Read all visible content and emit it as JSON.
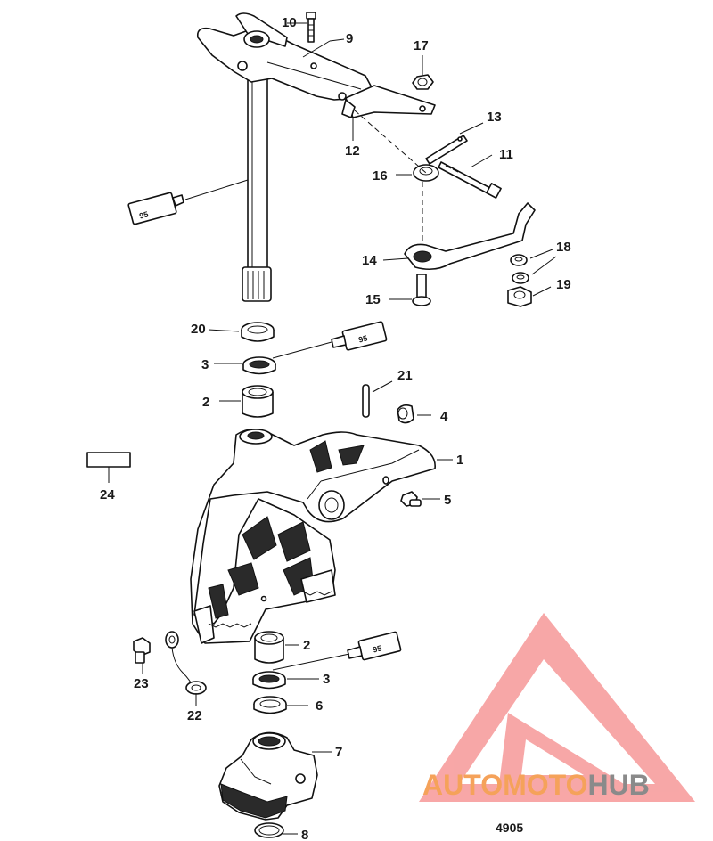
{
  "diagram": {
    "figure_number": "4905",
    "callouts": [
      "1",
      "2",
      "3",
      "4",
      "5",
      "6",
      "7",
      "8",
      "9",
      "10",
      "11",
      "12",
      "13",
      "14",
      "15",
      "16",
      "17",
      "18",
      "19",
      "20",
      "21",
      "22",
      "23",
      "24"
    ],
    "lubricant_tube_label": "95"
  },
  "watermark": {
    "brand_part1": "AUTO",
    "brand_part2": "MOTO",
    "brand_part3": "HUB",
    "colors": {
      "logo": "#f58a8a",
      "text_orange": "#f5a25a",
      "text_gray": "#8a8a8a"
    }
  }
}
